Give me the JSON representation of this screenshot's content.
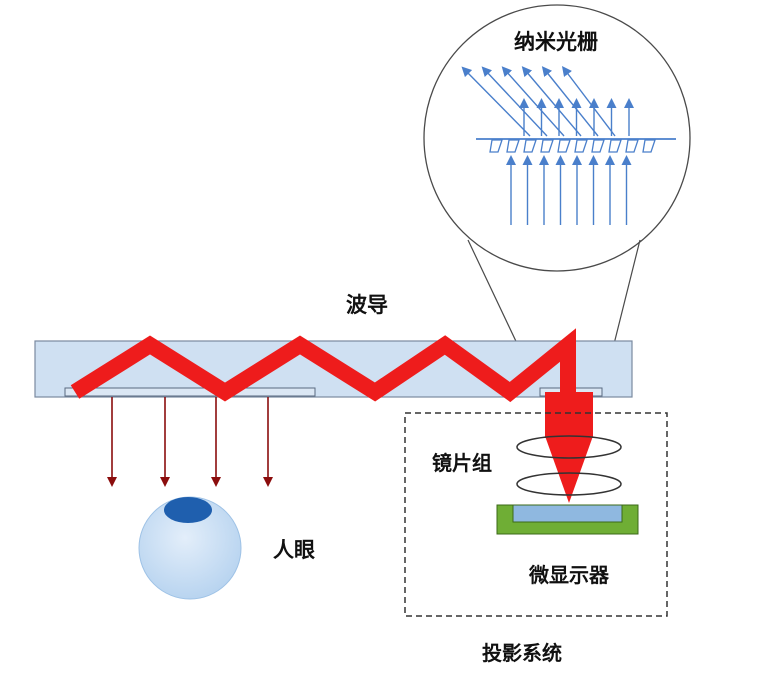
{
  "labels": {
    "nano_grating": "纳米光栅",
    "waveguide": "波导",
    "lens_group": "镜片组",
    "human_eye": "人眼",
    "micro_display": "微显示器",
    "projection_system": "投影系统"
  },
  "colors": {
    "light_path": "#ee1c1c",
    "grating_arrow": "#4a7fcb",
    "waveguide_fill": "#cfe0f2",
    "display_base": "#6fae35",
    "display_panel": "#8fb8e0",
    "eye_body": "#c3dcf3",
    "eye_iris": "#1f5fae",
    "output_ray": "#8b0d0d"
  }
}
